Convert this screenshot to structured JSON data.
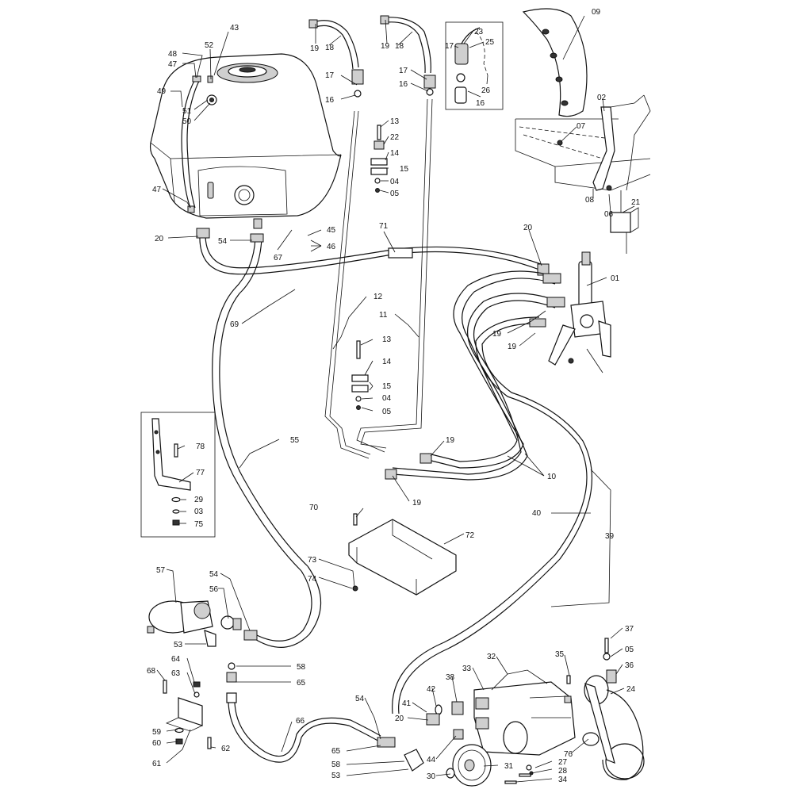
{
  "labels": {
    "l09": "09",
    "l19a": "19",
    "l18a": "18",
    "l19b": "19",
    "l18b": "18",
    "l43": "43",
    "l52": "52",
    "l48": "48",
    "l47a": "47",
    "l49": "49",
    "l51": "51",
    "l50": "50",
    "l17a": "17",
    "l16a": "16",
    "l17b": "17",
    "l16b": "16",
    "l23": "23",
    "l25": "25",
    "l17c": "17",
    "l26": "26",
    "l16c": "16",
    "l02": "02",
    "l07": "07",
    "l13a": "13",
    "l22": "22",
    "l14a": "14",
    "l15a": "15",
    "l04a": "04",
    "l05a": "05",
    "l47b": "47",
    "l08": "08",
    "l06": "06",
    "l21": "21",
    "l45": "45",
    "l46": "46",
    "l20a": "20",
    "l54a": "54",
    "l67": "67",
    "l71": "71",
    "l20b": "20",
    "l01": "01",
    "l69": "69",
    "l12": "12",
    "l11": "11",
    "l19c": "19",
    "l19d": "19",
    "l13b": "13",
    "l14b": "14",
    "l15b": "15",
    "l04b": "04",
    "l05b": "05",
    "l55": "55",
    "l78": "78",
    "l77": "77",
    "l29": "29",
    "l03": "03",
    "l75": "75",
    "l19e": "19",
    "l10": "10",
    "l19f": "19",
    "l70": "70",
    "l72": "72",
    "l40": "40",
    "l39": "39",
    "l73": "73",
    "l74": "74",
    "l57": "57",
    "l54b": "54",
    "l56": "56",
    "l53a": "53",
    "l58a": "58",
    "l65a": "65",
    "l37": "37",
    "l05c": "05",
    "l36": "36",
    "l24": "24",
    "l35": "35",
    "l32": "32",
    "l33": "33",
    "l38": "38",
    "l42": "42",
    "l41": "41",
    "l20c": "20",
    "l54c": "54",
    "l64": "64",
    "l63": "63",
    "l68": "68",
    "l66": "66",
    "l59": "59",
    "l60": "60",
    "l62": "62",
    "l61": "61",
    "l65b": "65",
    "l58b": "58",
    "l53b": "53",
    "l44": "44",
    "l30": "30",
    "l31": "31",
    "l76": "76",
    "l27": "27",
    "l28": "28",
    "l34": "34"
  }
}
